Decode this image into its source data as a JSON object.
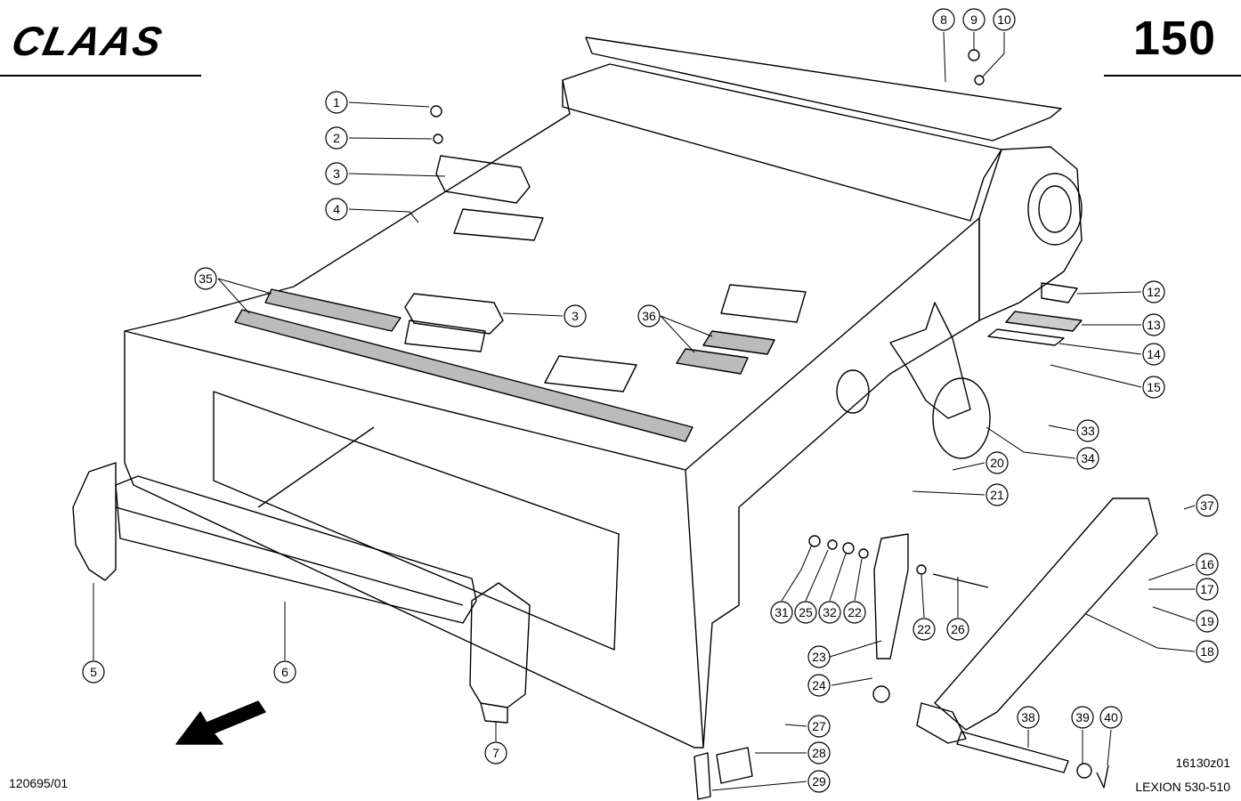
{
  "header": {
    "brand": "CLAAS",
    "page_number": "150"
  },
  "footer": {
    "doc_code": "120695/01",
    "drawing_code": "16130z01",
    "model": "LEXION 530-510"
  },
  "callouts": [
    "1",
    "2",
    "3",
    "4",
    "35",
    "3",
    "36",
    "8",
    "9",
    "10",
    "12",
    "13",
    "14",
    "15",
    "33",
    "34",
    "20",
    "21",
    "37",
    "16",
    "17",
    "19",
    "18",
    "5",
    "6",
    "7",
    "31",
    "25",
    "32",
    "22",
    "22",
    "26",
    "23",
    "24",
    "27",
    "28",
    "29",
    "38",
    "39",
    "40"
  ]
}
